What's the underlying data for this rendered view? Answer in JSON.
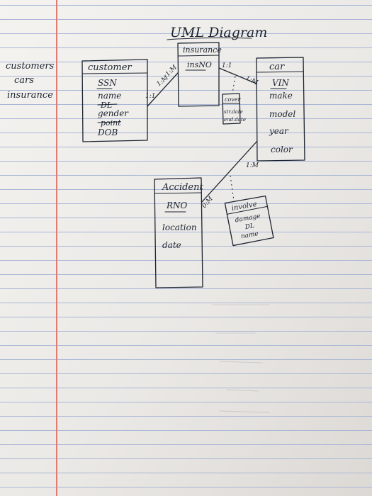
{
  "title": "UML Diagram",
  "margin_notes": [
    "customers",
    "cars",
    "insurance"
  ],
  "entities": {
    "customer": {
      "name": "customer",
      "attributes": [
        "SSN",
        "name",
        "DL",
        "gender",
        "point",
        "DOB"
      ]
    },
    "insurance": {
      "name": "insurance",
      "attributes": [
        "insNO"
      ]
    },
    "car": {
      "name": "car",
      "attributes": [
        "VIN",
        "make",
        "model",
        "year",
        "color"
      ]
    },
    "accident": {
      "name": "Accident",
      "attributes": [
        "RNO",
        "location",
        "date"
      ]
    },
    "cover": {
      "name": "cover",
      "attributes": [
        "str.date",
        "end.date"
      ]
    },
    "involve": {
      "name": "involve",
      "attributes": [
        "damage",
        "DL",
        "name"
      ]
    }
  },
  "multiplicities": {
    "customer_insurance": "1:1",
    "customer_insurance_side": "1:M",
    "insurance_car": "1:1",
    "insurance_car_side": "1:M",
    "car_accident_top": "1:M",
    "car_accident_bottom": "0:M"
  }
}
